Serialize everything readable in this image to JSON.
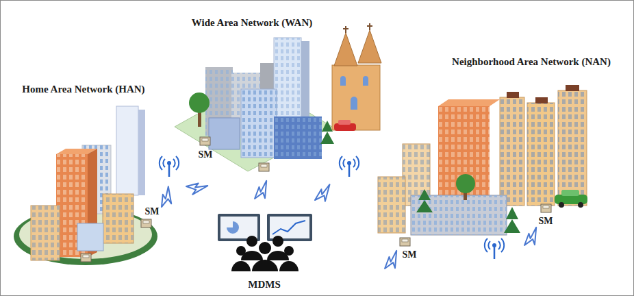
{
  "diagram": {
    "labels": [
      "Wide Area Network (WAN)",
      "Neighborhood Area Network (NAN)",
      "Home Area Network (HAN)",
      "SM",
      "SM",
      "SM",
      "SM",
      "MDMS"
    ]
  }
}
